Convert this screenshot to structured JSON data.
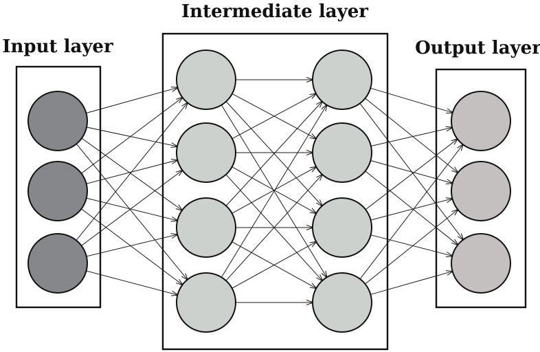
{
  "titles": {
    "input": "Input layer",
    "intermediate": "Intermediate layer",
    "output": "Output layer"
  },
  "layers": [
    {
      "key": "input",
      "nodes": 3
    },
    {
      "key": "hidden1",
      "nodes": 4
    },
    {
      "key": "hidden2",
      "nodes": 4
    },
    {
      "key": "output",
      "nodes": 3
    }
  ],
  "colors": {
    "input_node": "#85878a",
    "hidden_node": "#cdd1ce",
    "output_node": "#c4c0c0",
    "stroke": "#111111",
    "background": "#ffffff"
  }
}
